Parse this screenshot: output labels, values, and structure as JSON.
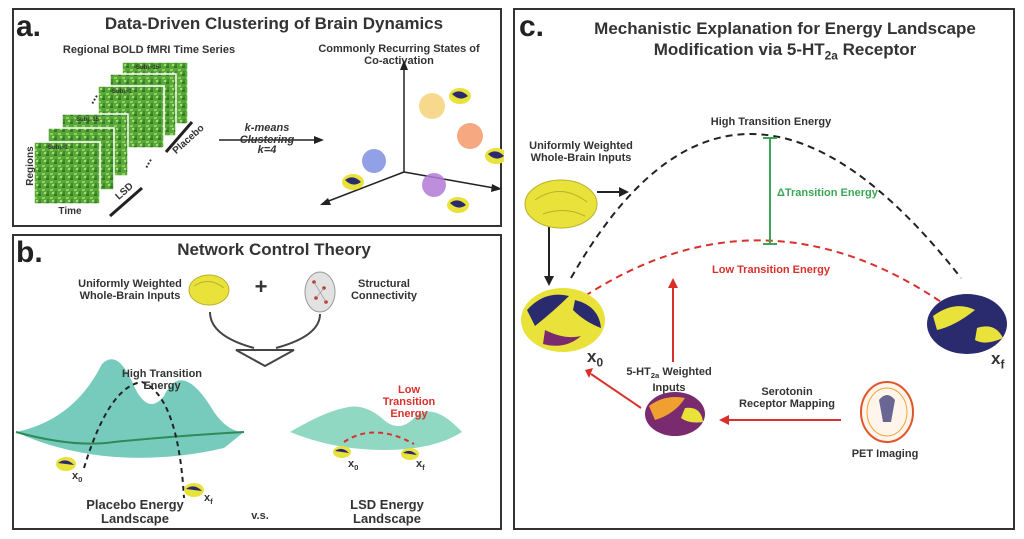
{
  "panel_a": {
    "letter": "a.",
    "title": "Data-Driven Clustering of Brain Dynamics",
    "ts_label": "Regional BOLD fMRI Time Series",
    "states_label": "Commonly Recurring States of Co-activation",
    "subj_labels": [
      "Subj. 15",
      "Subj. 1",
      "Subj. 15",
      "Subj. 1"
    ],
    "dots": "...",
    "axis_regions": "Regions",
    "axis_time": "Time",
    "cond_lsd": "LSD",
    "cond_placebo": "Placebo",
    "method_label": "k-means Clustering",
    "k_label": "k=4",
    "cluster_colors": [
      "#f6d27a",
      "#f59a6a",
      "#7f8fe0",
      "#b07ad6"
    ]
  },
  "panel_b": {
    "letter": "b.",
    "title": "Network Control Theory",
    "inputs_label": "Uniformly Weighted Whole-Brain Inputs",
    "plus": "+",
    "sc_label": "Structural Connectivity",
    "high_label": "High Transition Energy",
    "low_label": "Low Transition Energy",
    "placebo_label": "Placebo Energy Landscape",
    "lsd_label": "LSD Energy Landscape",
    "vs": "v.s.",
    "x0": "x",
    "x0_sub": "0",
    "xf": "x",
    "xf_sub": "f"
  },
  "panel_c": {
    "letter": "c.",
    "title_line1": "Mechanistic Explanation for Energy Landscape",
    "title_line2_pre": "Modification via 5-HT",
    "title_line2_sub": "2a",
    "title_line2_post": " Receptor",
    "inputs_label": "Uniformly Weighted Whole-Brain Inputs",
    "high_label": "High Transition Energy",
    "delta_label": "ΔTransition Energy",
    "low_label": "Low Transition Energy",
    "weighted_pre": "5-HT",
    "weighted_sub": "2a",
    "weighted_post": " Weighted Inputs",
    "serotonin_label": "Serotonin Receptor Mapping",
    "pet_label": "PET Imaging",
    "x0": "x",
    "x0_sub": "0",
    "xf": "x",
    "xf_sub": "f"
  },
  "colors": {
    "high_dash": "#222222",
    "low_dash": "#d9302b",
    "delta": "#3aa655",
    "brain_yellow": "#e8e23a",
    "brain_navy": "#2a2a6e",
    "brain_purple": "#7a2a6e"
  }
}
